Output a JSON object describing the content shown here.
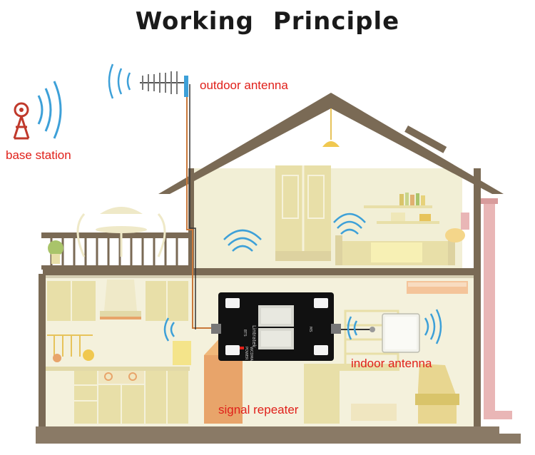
{
  "title": "Working  Principle",
  "labels": {
    "outdoor_antenna": "outdoor antenna",
    "base_station": "base station",
    "indoor_antenna": "indoor antenna",
    "signal_repeater": "signal repeater"
  },
  "repeater": {
    "brand": "Lintratek",
    "port_left": "BTS",
    "port_right": "MS",
    "power": "POWER",
    "band": "WCDMA"
  },
  "colors": {
    "label_red": "#e0201a",
    "house_brown": "#7a6a55",
    "wall_cream": "#f2efd6",
    "furniture": "#e8dfa8",
    "wave_blue": "#3da0d8",
    "cable_orange": "#c9783a",
    "pipe_pink": "#e9b6b6"
  }
}
